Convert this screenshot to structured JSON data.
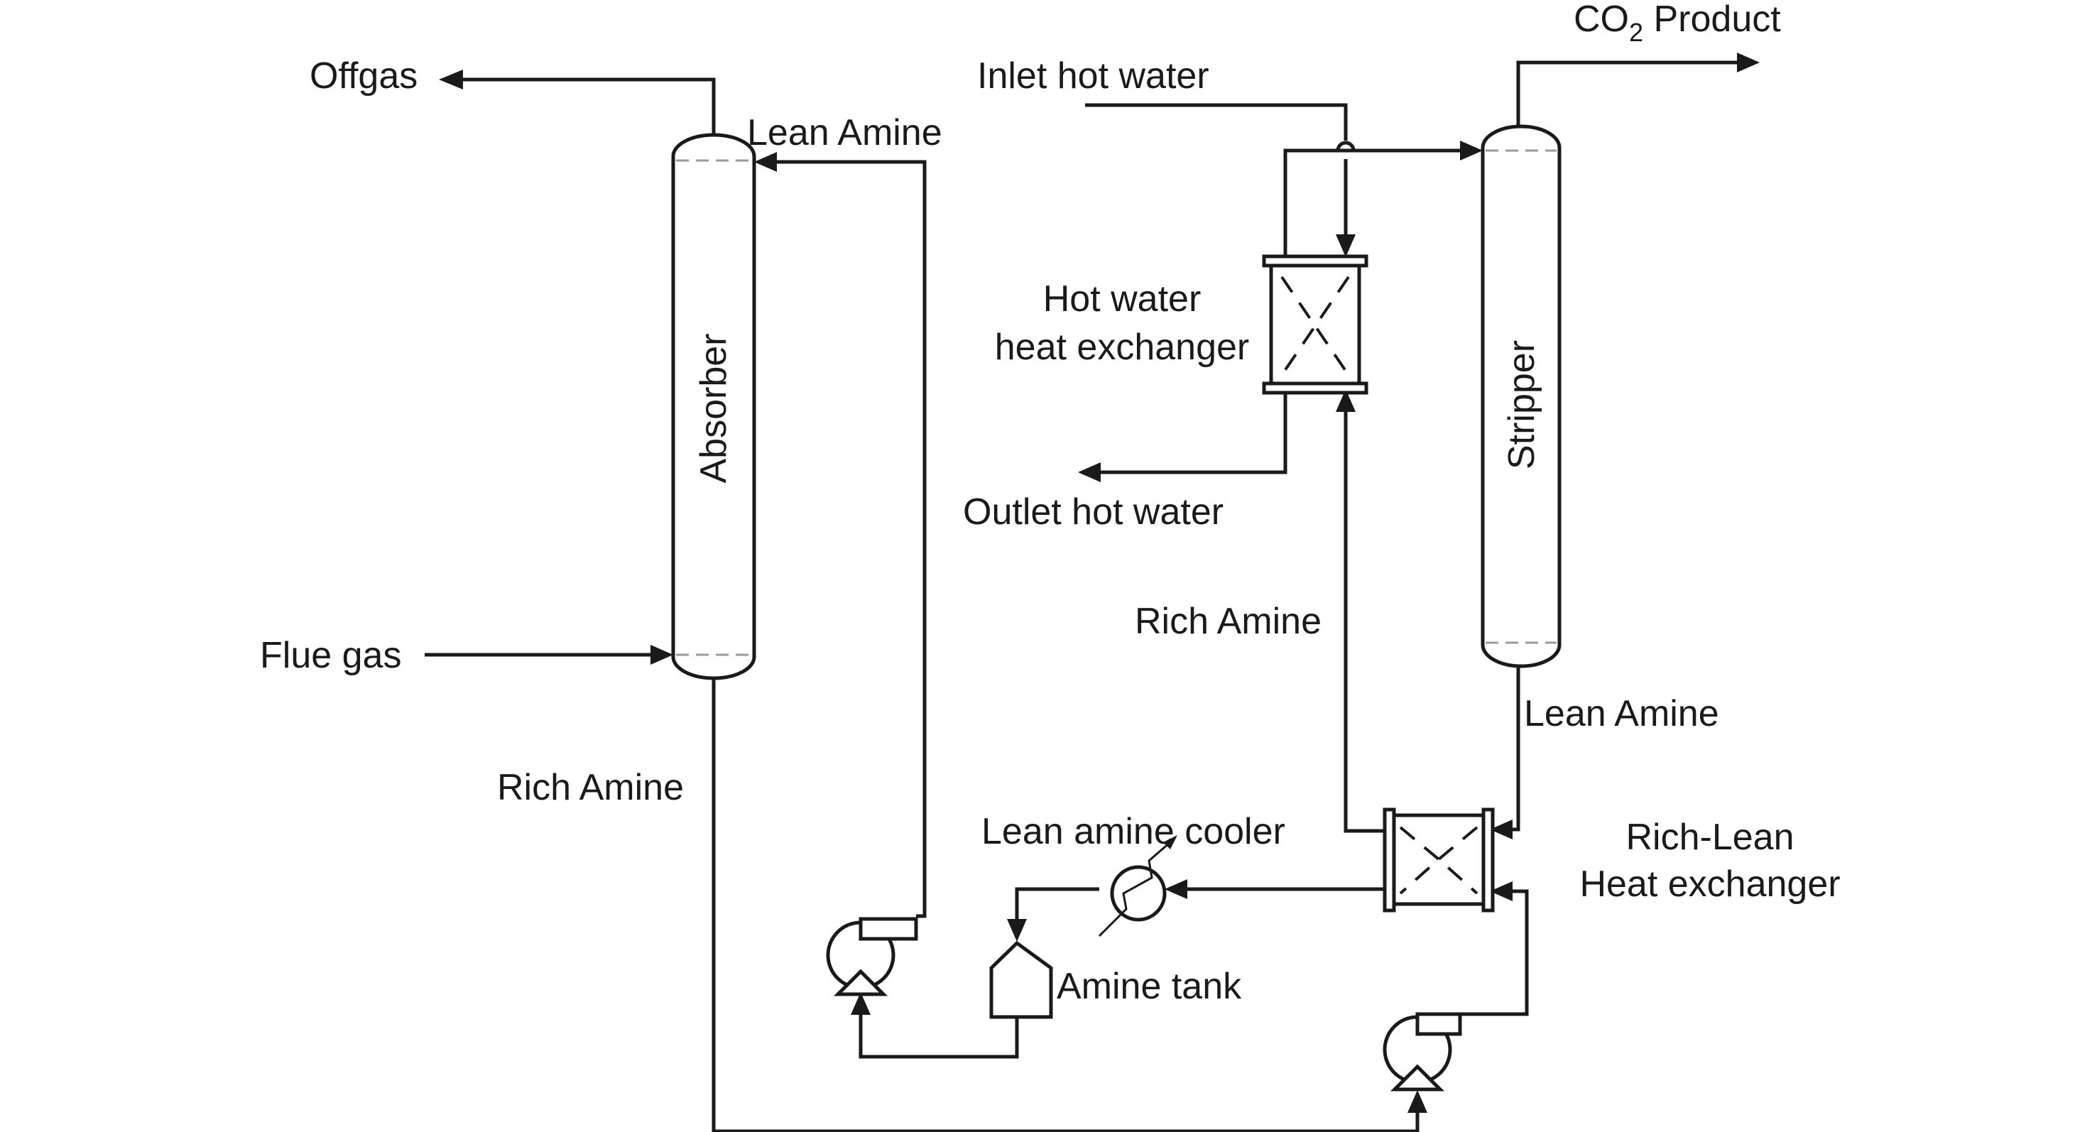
{
  "labels": {
    "offgas": "Offgas",
    "lean_amine_absorber": "Lean Amine",
    "absorber": "Absorber",
    "flue_gas": "Flue gas",
    "rich_amine_absorber": "Rich Amine",
    "inlet_hot_water": "Inlet hot water",
    "co2_product_prefix": "CO",
    "co2_product_subscript": "2",
    "co2_product_suffix": " Product",
    "hot_water_hx_line1": "Hot water",
    "hot_water_hx_line2": "heat exchanger",
    "outlet_hot_water": "Outlet hot water",
    "stripper": "Stripper",
    "rich_amine_stripper": "Rich Amine",
    "lean_amine_stripper": "Lean Amine",
    "lean_amine_cooler": "Lean amine cooler",
    "rich_lean_hx_line1": "Rich-Lean",
    "rich_lean_hx_line2": "Heat exchanger",
    "amine_tank": "Amine tank"
  }
}
